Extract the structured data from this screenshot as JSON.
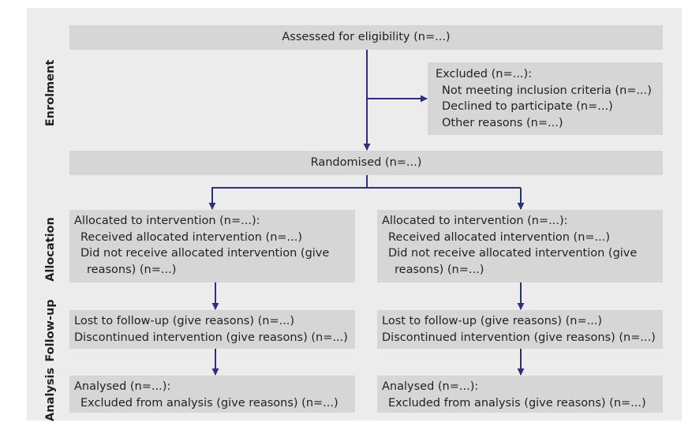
{
  "stages": {
    "enrolment": "Enrolment",
    "allocation": "Allocation",
    "followup": "Follow-up",
    "analysis": "Analysis"
  },
  "assessed": "Assessed for eligibility (n=...)",
  "excluded": {
    "title": "Excluded (n=...):",
    "items": [
      "Not meeting inclusion criteria (n=...)",
      "Declined to participate (n=...)",
      "Other reasons (n=...)"
    ]
  },
  "randomised": "Randomised (n=...)",
  "allocation": {
    "left": {
      "title": "Allocated to intervention (n=...):",
      "received": "Received allocated intervention (n=...)",
      "not_received_1": "Did not receive allocated intervention (give",
      "not_received_2": "reasons) (n=...)"
    },
    "right": {
      "title": "Allocated to intervention (n=...):",
      "received": "Received allocated intervention (n=...)",
      "not_received_1": "Did not receive allocated intervention (give",
      "not_received_2": "reasons) (n=...)"
    }
  },
  "followup": {
    "left": {
      "lost": "Lost to follow-up (give reasons) (n=...)",
      "discontinued": "Discontinued intervention (give reasons) (n=...)"
    },
    "right": {
      "lost": "Lost to follow-up (give reasons) (n=...)",
      "discontinued": "Discontinued intervention (give reasons) (n=...)"
    }
  },
  "analysis": {
    "left": {
      "analysed": "Analysed (n=...):",
      "excluded": "Excluded from analysis (give reasons) (n=...)"
    },
    "right": {
      "analysed": "Analysed (n=...):",
      "excluded": "Excluded from analysis (give reasons) (n=...)"
    }
  },
  "colors": {
    "arrow": "#2b2f7c",
    "box": "#d6d6d6",
    "panel": "#ececec"
  }
}
